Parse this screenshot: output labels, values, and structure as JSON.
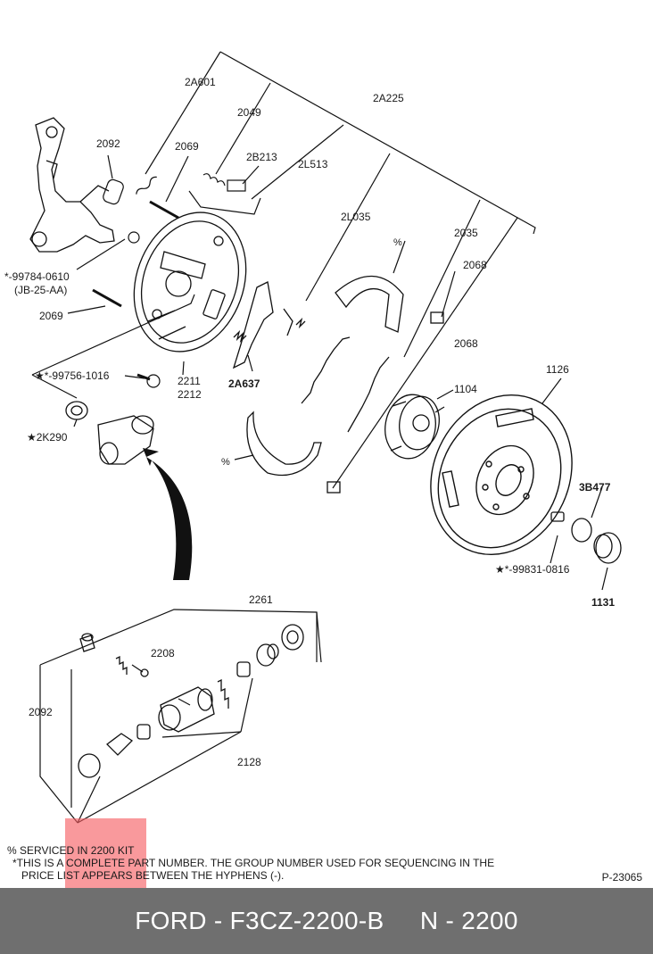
{
  "labels": {
    "p2A601": "2A601",
    "p2049": "2049",
    "p2A225": "2A225",
    "p2092a": "2092",
    "p2069a": "2069",
    "p2B213": "2B213",
    "p2L513": "2L513",
    "p2L035": "2L035",
    "p99784": "*-99784-0610",
    "pJB25": "(JB-25-AA)",
    "p2069b": "2069",
    "p2035": "2035",
    "p2068a": "2068",
    "p2068b": "2068",
    "p99756": "★*-99756-1016",
    "p2211": "2211",
    "p2212": "2212",
    "p2A637": "2A637",
    "p1126": "1126",
    "p1104": "1104",
    "p2K290": "★2K290",
    "p3B477": "3B477",
    "p99831": "★*-99831-0816",
    "p1131": "1131",
    "p2261": "2261",
    "p2208": "2208",
    "p2092b": "2092",
    "p2128": "2128",
    "pct1": "%",
    "pct2": "%"
  },
  "footnotes": {
    "line1": "% SERVICED IN 2200 KIT",
    "line2": "*THIS IS A COMPLETE PART NUMBER. THE GROUP NUMBER USED FOR SEQUENCING IN THE",
    "line3": "PRICE LIST APPEARS BETWEEN THE HYPHENS (-)."
  },
  "drawing_id": "P-23065",
  "caption": "FORD - F3CZ-2200-B     N - 2200",
  "colors": {
    "bar": "#6f6f6f",
    "highlight": "#f55a5f"
  }
}
